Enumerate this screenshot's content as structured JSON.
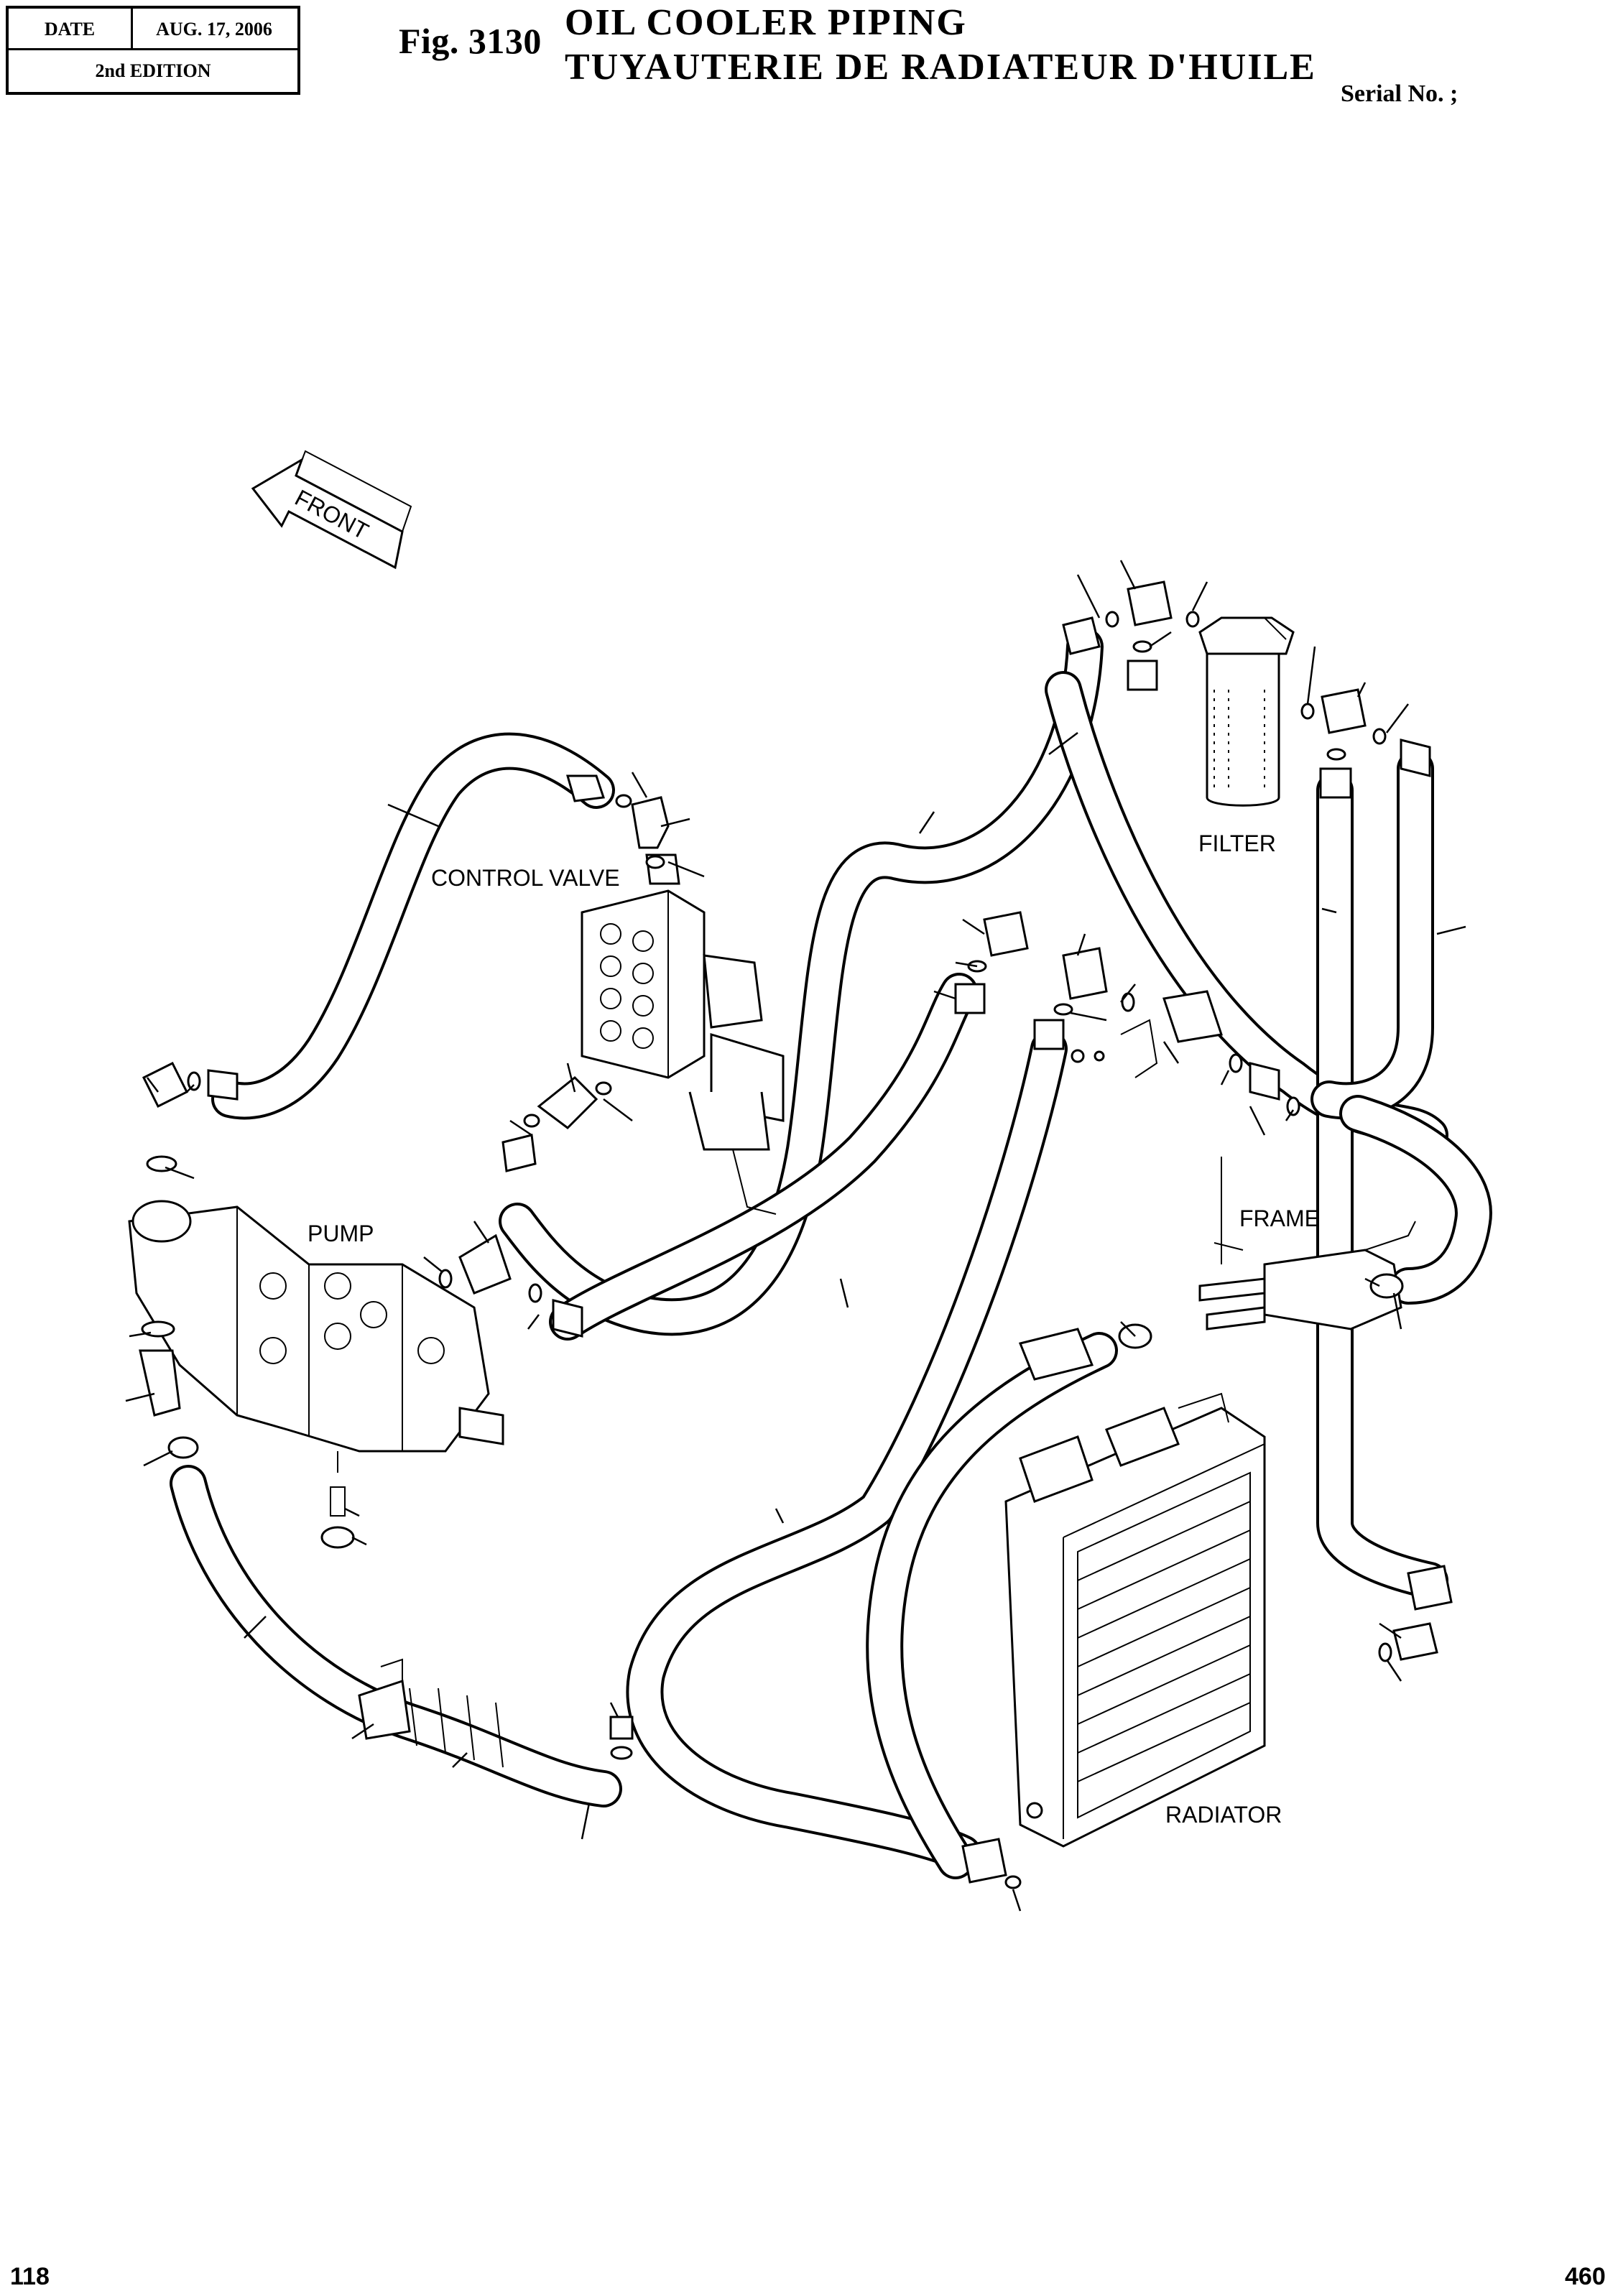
{
  "header": {
    "date_label": "DATE",
    "date_value": "AUG. 17, 2006",
    "edition": "2nd EDITION"
  },
  "figure": {
    "number": "Fig. 3130",
    "title_en": "OIL  COOLER  PIPING",
    "title_fr": "TUYAUTERIE  DE  RADIATEUR  D'HUILE",
    "serial": "Serial No. ;"
  },
  "diagram": {
    "front_arrow": "FRONT",
    "labels": {
      "control_valve": "CONTROL VALVE",
      "pump": "PUMP",
      "filter": "FILTER",
      "frame": "FRAME",
      "radiator": "RADIATOR"
    }
  },
  "footer": {
    "page_left": "118",
    "page_right": "460"
  }
}
